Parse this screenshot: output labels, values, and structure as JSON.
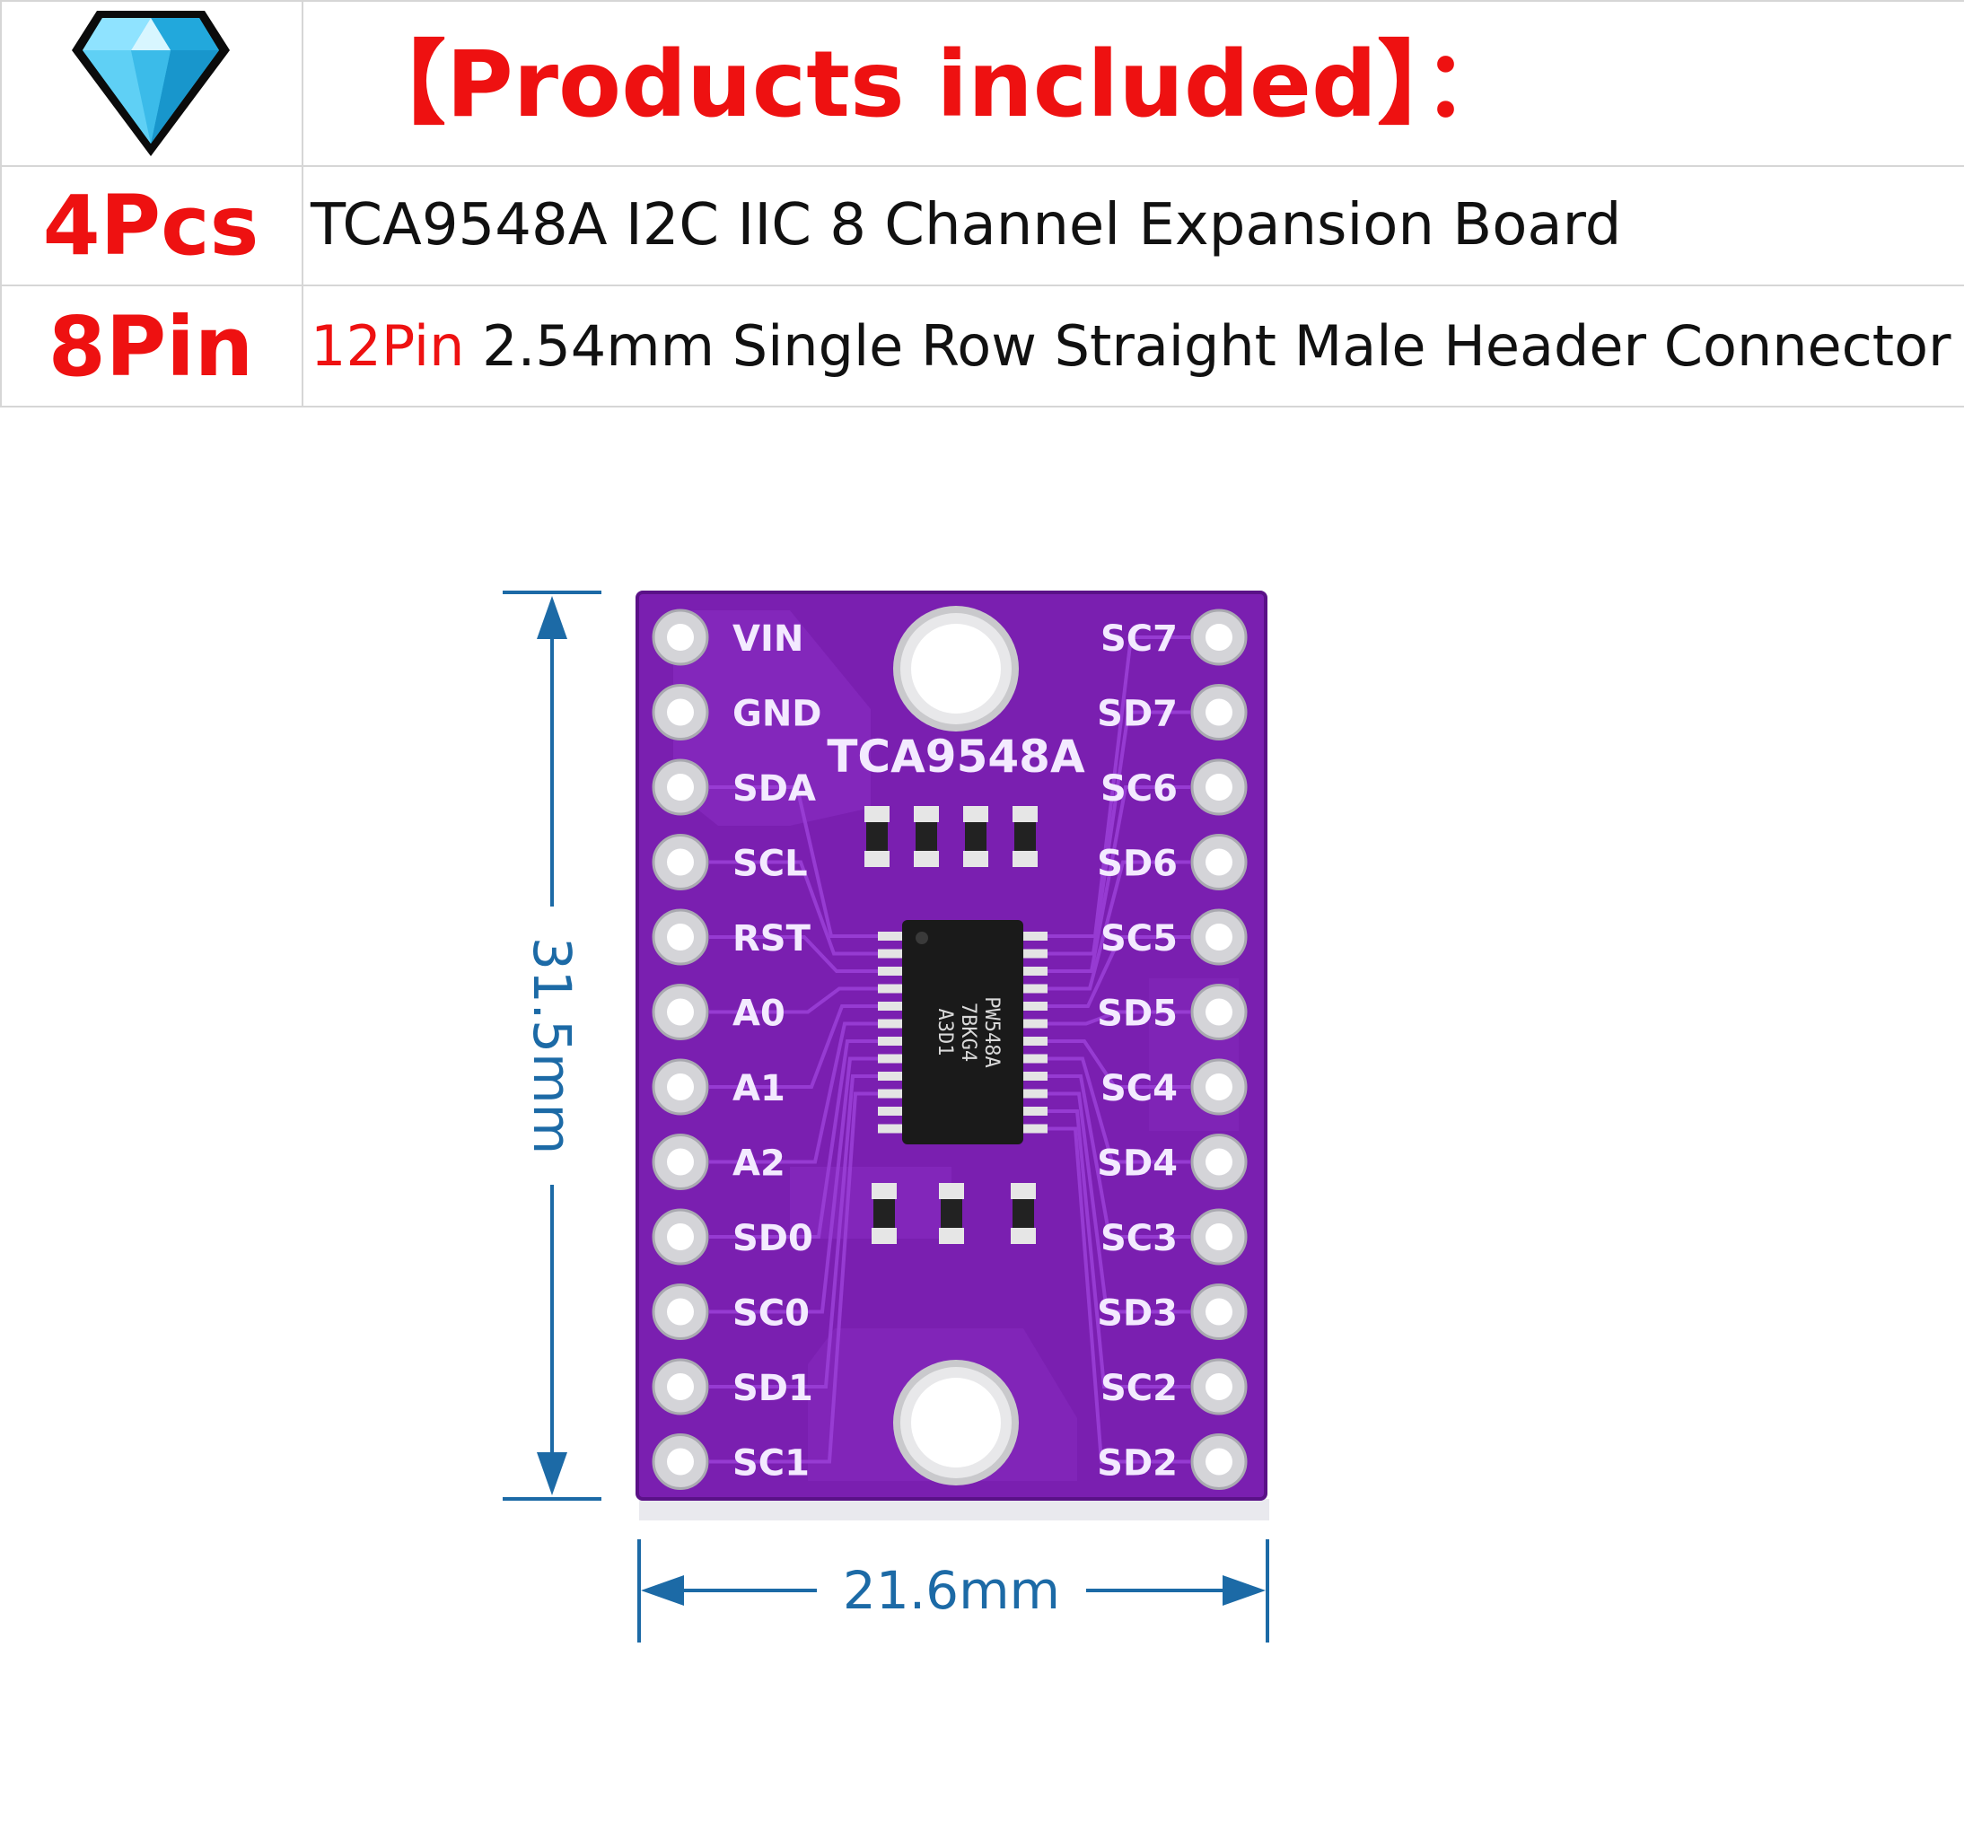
{
  "header": {
    "title": "【Products included】："
  },
  "items": [
    {
      "quantity": "4Pcs",
      "description": "TCA9548A I2C IIC 8 Channel Expansion Board"
    },
    {
      "quantity": "8Pin",
      "description_highlight": "12Pin",
      "description_rest": " 2.54mm Single Row Straight Male Header Connector"
    }
  ],
  "board": {
    "name": "TCA9548A",
    "chip_lines": [
      "PW548A",
      "7BKG4",
      "A3D1"
    ],
    "left_pins": [
      "VIN",
      "GND",
      "SDA",
      "SCL",
      "RST",
      "A0",
      "A1",
      "A2",
      "SD0",
      "SC0",
      "SD1",
      "SC1"
    ],
    "right_pins": [
      "SC7",
      "SD7",
      "SC6",
      "SD6",
      "SC5",
      "SD5",
      "SC4",
      "SD4",
      "SC3",
      "SD3",
      "SC2",
      "SD2"
    ],
    "height_label": "31.5mm",
    "width_label": "21.6mm"
  },
  "colors": {
    "accent_red": "#ee1111",
    "pcb_purple": "#7a1fb0",
    "dimension_blue": "#1c6aa6"
  },
  "icons": {
    "gem": "diamond-icon"
  }
}
